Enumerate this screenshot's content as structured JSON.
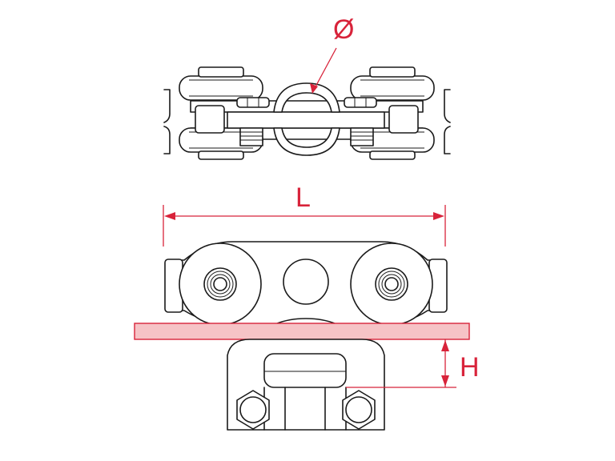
{
  "labels": {
    "diameter": "Ø",
    "length": "L",
    "height": "H"
  },
  "colors": {
    "dimension": "#d8233a",
    "rail_fill": "#f6c3c6",
    "outline": "#1a1a1a"
  }
}
